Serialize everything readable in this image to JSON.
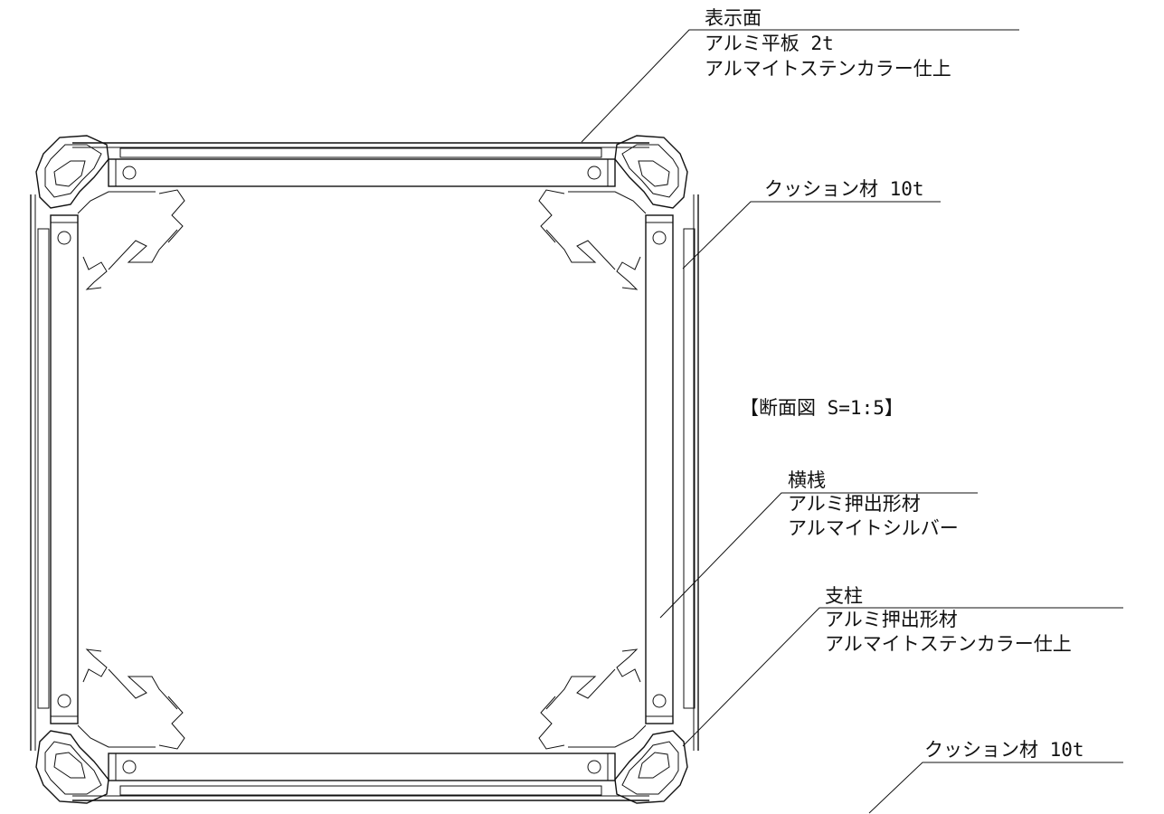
{
  "drawing": {
    "scale_title": "【断面図 S=1:5】",
    "callouts": {
      "display_face": {
        "title": "表示面",
        "line1": "アルミ平板 2t",
        "line2": "アルマイトステンカラー仕上"
      },
      "cushion_top": {
        "title": "クッション材 10t"
      },
      "cross_rail": {
        "title": "横桟",
        "line1": "アルミ押出形材",
        "line2": "アルマイトシルバー"
      },
      "post": {
        "title": "支柱",
        "line1": "アルミ押出形材",
        "line2": "アルマイトステンカラー仕上"
      },
      "cushion_bottom": {
        "title": "クッション材 10t"
      }
    }
  }
}
